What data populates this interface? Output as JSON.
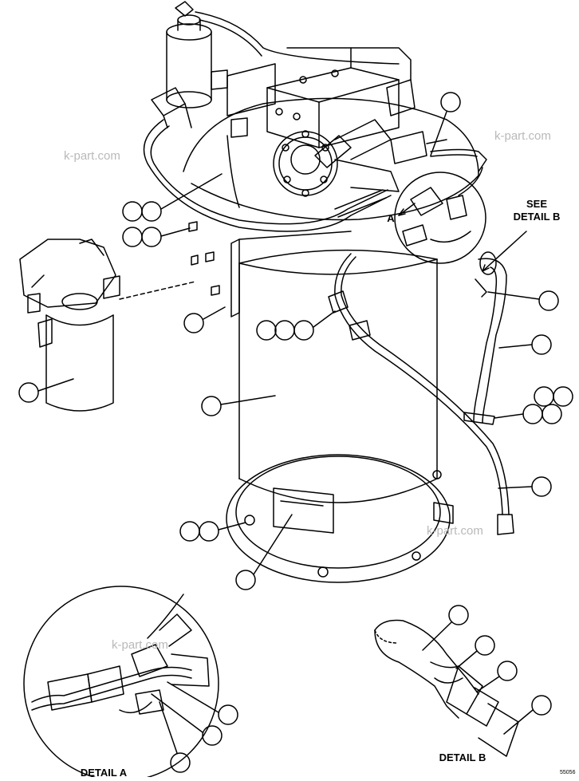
{
  "labels": {
    "see_detail_b_line1": "SEE",
    "see_detail_b_line2": "DETAIL B",
    "detail_a": "DETAIL A",
    "detail_b": "DETAIL B",
    "view_arrow": "A"
  },
  "watermark": "k-part.com",
  "figure_code": "55056",
  "colors": {
    "line": "#000000",
    "background": "#ffffff",
    "watermark": "#b9b9b9"
  }
}
